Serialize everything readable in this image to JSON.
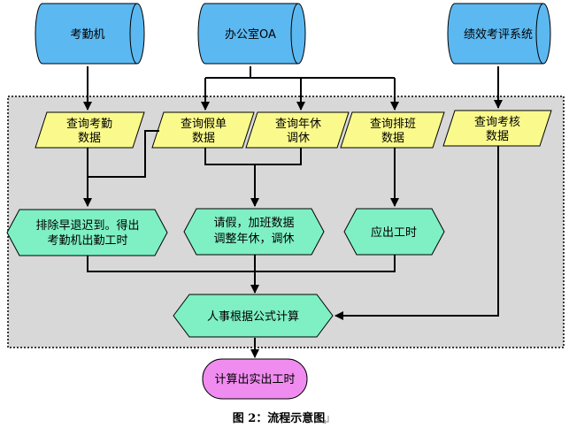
{
  "sources": {
    "attendance_machine": "考勤机",
    "office_oa": "办公室OA",
    "performance_system": "绩效考评系统"
  },
  "queries": {
    "attendance": [
      "查询考勤",
      "数据"
    ],
    "leave": [
      "查询假单",
      "数据"
    ],
    "annual_leave": [
      "查询年休",
      "调休"
    ],
    "schedule": [
      "查询排班",
      "数据"
    ],
    "assessment": [
      "查询考核",
      "数据"
    ]
  },
  "processes": {
    "exclude_late": [
      "排除早退迟到。得出",
      "考勤机出勤工时"
    ],
    "leave_overtime": [
      "请假，加班数据",
      "调整年休，调休"
    ],
    "due_hours": "应出工时",
    "hr_calc": "人事根据公式计算"
  },
  "result": "计算出实出工时",
  "caption": "图 2：流程示意图",
  "colors": {
    "source_fill": "#5cb8f0",
    "query_fill": "#fafa8c",
    "process_fill": "#7ef0c4",
    "result_fill": "#f08cf0",
    "panel_fill": "#d8d8d8"
  }
}
